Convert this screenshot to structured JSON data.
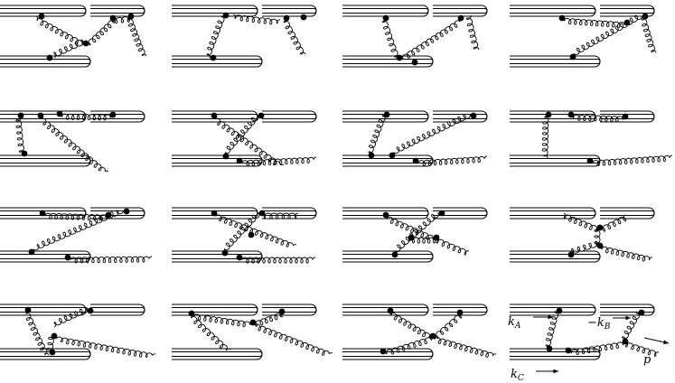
{
  "colors": {
    "ink": "#000000",
    "background": "#ffffff"
  },
  "labels": {
    "kA": {
      "main": "k",
      "sub": "A"
    },
    "kB": {
      "main": "−k",
      "sub": "B"
    },
    "kC": {
      "main": "k",
      "sub": "C"
    },
    "p": {
      "main": "p"
    }
  }
}
